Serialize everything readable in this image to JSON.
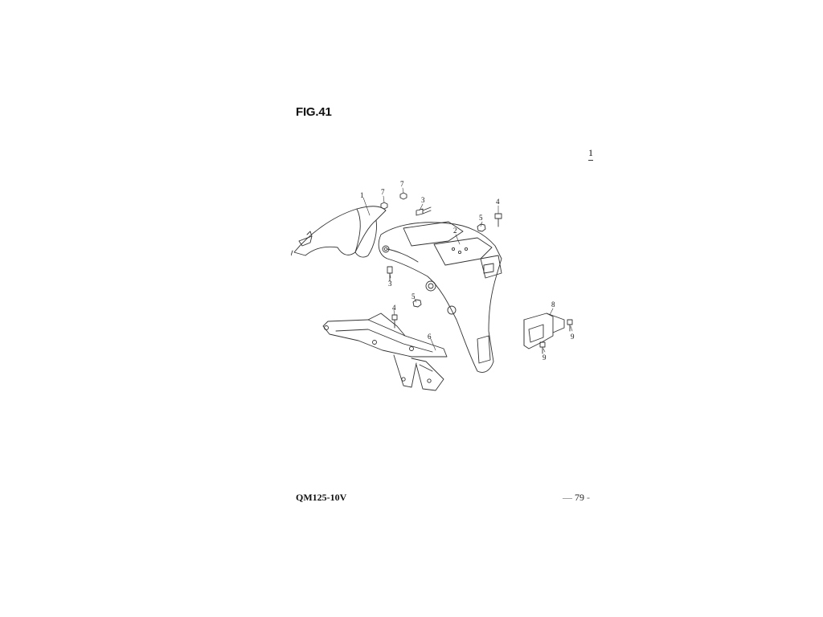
{
  "figure": {
    "title": "FIG.41",
    "corner_mark": "1"
  },
  "callouts": {
    "n1": "1",
    "n2": "2",
    "n3a": "3",
    "n3b": "3",
    "n4a": "4",
    "n4b": "4",
    "n5a": "5",
    "n5b": "5",
    "n6": "6",
    "n7a": "7",
    "n7b": "7",
    "n8": "8",
    "n9a": "9",
    "n9b": "9"
  },
  "footer": {
    "model": "QM125-10V",
    "page_dash_left": "—",
    "page_number": "79",
    "page_dash_right": "-"
  }
}
